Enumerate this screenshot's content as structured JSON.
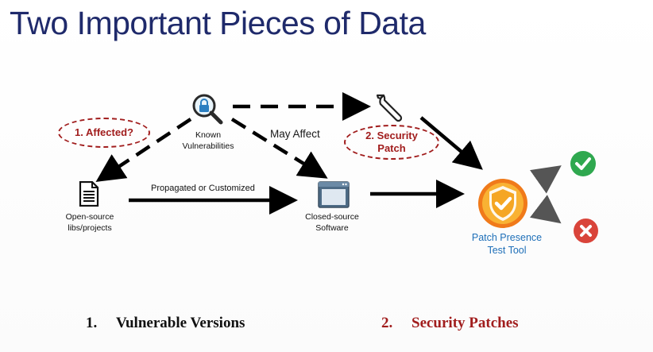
{
  "title": "Two Important Pieces of Data",
  "nodes": {
    "known_vulns": "Known\nVulnerabilities",
    "open_source": "Open-source\nlibs/projects",
    "closed_source": "Closed-source\nSoftware",
    "tool": "Patch Presence\nTest Tool"
  },
  "edge_labels": {
    "may_affect": "May Affect",
    "propagated": "Propagated or Customized"
  },
  "callouts": {
    "affected": "1. Affected?",
    "security_patch": "2. Security\nPatch"
  },
  "bottom": {
    "item1_num": "1.",
    "item1_text": "Vulnerable Versions",
    "item2_num": "2.",
    "item2_text": "Security Patches"
  },
  "colors": {
    "title": "#1f2a6b",
    "callout": "#a11d1d",
    "tool_label": "#1e6fb8",
    "check": "#2fa84f",
    "cross": "#d9443a",
    "item2": "#a11d1d"
  },
  "icons": [
    "magnifier-lock-icon",
    "document-icon",
    "window-icon",
    "wrench-icon",
    "shield-check-icon",
    "checkmark-icon",
    "cross-icon"
  ]
}
